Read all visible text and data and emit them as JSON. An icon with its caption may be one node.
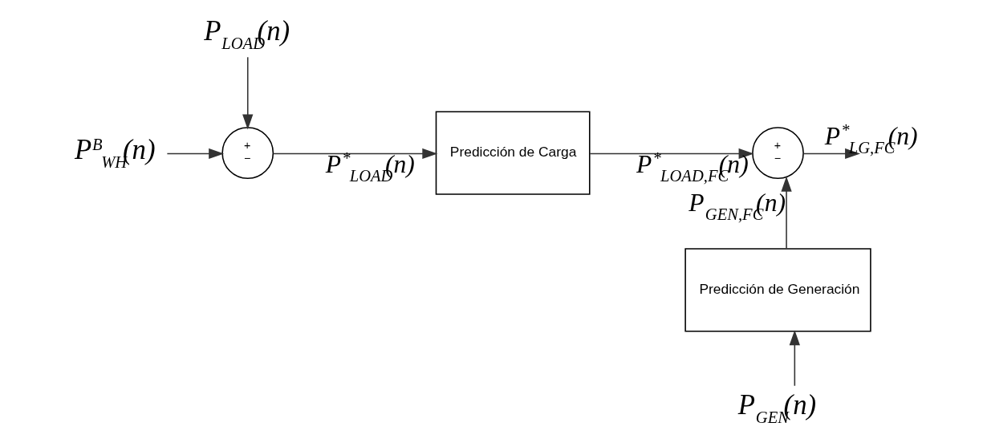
{
  "diagram": {
    "nodes": [
      {
        "text": [
          "P$^{B}$$_{WH}$(n)"
        ]
      },
      {
        "text": [
          "P$_{LOAD}$(n)"
        ]
      },
      {
        "text": [
          "+",
          "−"
        ]
      },
      {
        "text": [
          "Predicción de Carga"
        ]
      },
      {
        "text": [
          "+",
          "−"
        ]
      },
      {
        "text": [
          "Predicción de Generación"
        ]
      },
      {
        "text": [
          "P$_{GEN}$(n)"
        ]
      }
    ],
    "edges": [
      {
        "from": 0,
        "to": 2,
        "arrow": "to"
      },
      {
        "from": 1,
        "to": 2,
        "arrow": "to"
      },
      {
        "from": 2,
        "to": 3,
        "arrow": "to",
        "label": "P$^{*}$$_{LOAD}$(n)"
      },
      {
        "from": 3,
        "to": 4,
        "arrow": "to",
        "label": "P$^{*}$$_{LOAD,FC}$(n)"
      },
      {
        "from": 4,
        "to": null,
        "arrow": "to",
        "label": "P$^{*}$$_{LG,FC}$(n)"
      },
      {
        "from": 5,
        "to": 4,
        "arrow": "to",
        "label": "P$_{GEN,FC}$(n)"
      },
      {
        "from": 6,
        "to": 5,
        "arrow": "to"
      }
    ]
  }
}
